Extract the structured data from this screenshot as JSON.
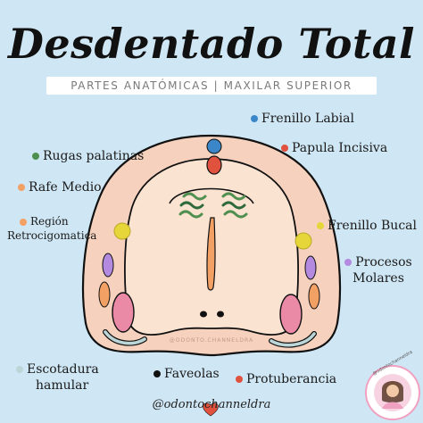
{
  "title": "Desdentado Total",
  "subtitle": "PARTES ANATÓMICAS | MAXILAR SUPERIOR",
  "colors": {
    "background": "#cfe6f4",
    "gum": "#f6d1bd",
    "palate": "#fbe3d2",
    "outline": "#111111"
  },
  "labels": {
    "frenillo_labial": {
      "text": "Frenillo Labial",
      "color": "#3a86c8"
    },
    "papula_incisiva": {
      "text": "Papula Incisiva",
      "color": "#e0523e"
    },
    "rugas_palatinas": {
      "text": "Rugas palatinas",
      "color": "#4f8f4f"
    },
    "rafe_medio": {
      "text": "Rafe Medio",
      "color": "#f2a064"
    },
    "region_retro": {
      "line1": "Región",
      "line2": "Retrocigomatica",
      "color": "#f2a064"
    },
    "frenillo_bucal": {
      "text": "Frenillo Bucal",
      "color": "#e6d63a"
    },
    "procesos_molares": {
      "line1": "Procesos",
      "line2": "Molares",
      "color": "#b48ae0"
    },
    "escotadura": {
      "line1": "Escotadura",
      "line2": "hamular",
      "color": "#bcd6d8"
    },
    "faveolas": {
      "text": "Faveolas",
      "color": "#111111"
    },
    "protuberancia": {
      "text": "Protuberancia",
      "color": "#e0523e"
    }
  },
  "inner_watermark": "@ODONTO.CHANNELDRA",
  "footer_handle": "@odontochanneldra",
  "avatar_text": "@odontochanneldra",
  "icons": {
    "avatar": "avatar-icon"
  }
}
